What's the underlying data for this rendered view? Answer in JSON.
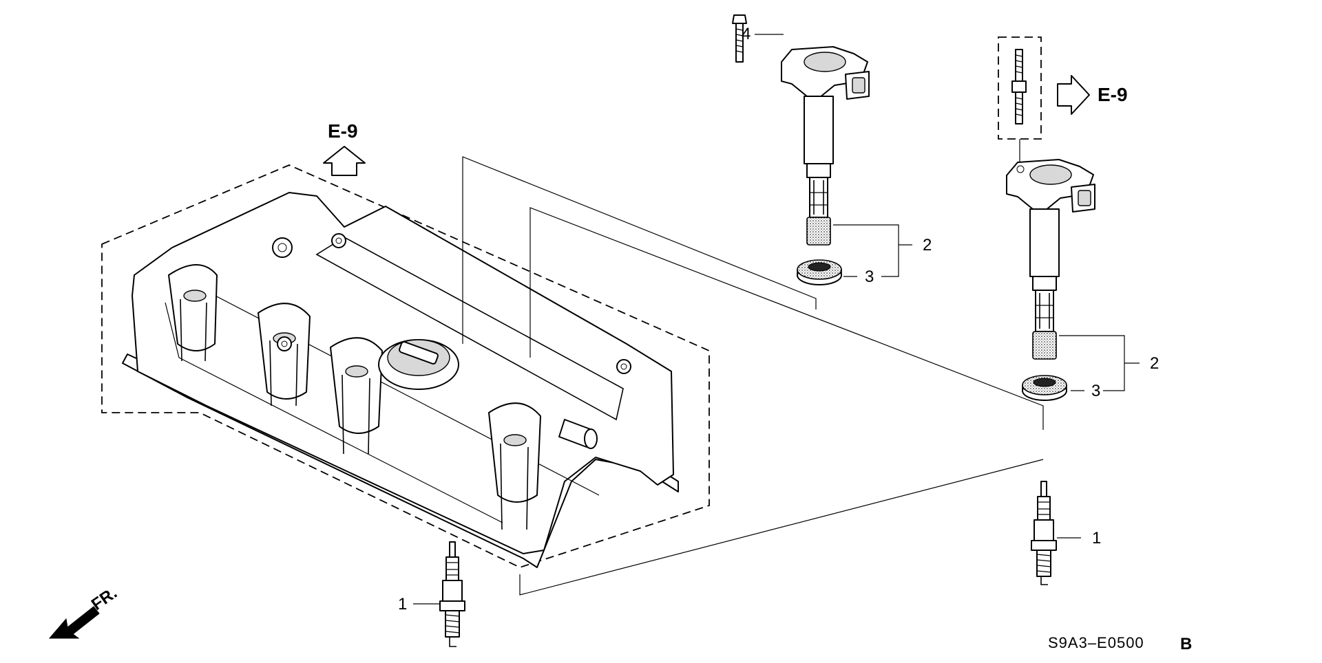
{
  "callouts": {
    "ref_top_left_arrow": "E-9",
    "ref_right_arrow": "E-9",
    "front_label": "FR.",
    "diagram_code": "S9A3–E0500",
    "diagram_code_suffix": "B"
  },
  "part_numbers": {
    "bolt": "4",
    "coil_upper": "2",
    "seal_upper": "3",
    "coil_lower": "2",
    "seal_lower": "3",
    "plug_right": "1",
    "plug_left": "1"
  },
  "colors": {
    "ink": "#000000",
    "background": "#ffffff",
    "shading": "#d8d8d8"
  },
  "icons": {
    "e9_up_arrow": "hollow-arrow-up",
    "e9_right_arrow": "hollow-arrow-right",
    "front_arrow": "solid-arrow-down-left"
  }
}
